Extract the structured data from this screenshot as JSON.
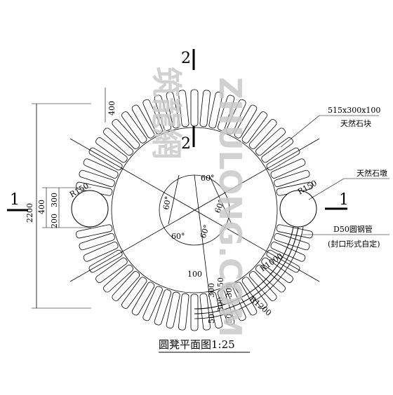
{
  "drawing": {
    "title": "圆凳平面图1:25",
    "section_marks": {
      "vertical": "2",
      "horizontal": "1"
    },
    "angles": [
      "60°",
      "60°",
      "60°",
      "60°",
      "60°",
      "60°"
    ],
    "radii": {
      "stool": "R150",
      "pipe_inner": "R1000",
      "pipe_outer": "R1200",
      "stool_left": "R150"
    },
    "overall_dims": {
      "total": "2200",
      "width_a": "400",
      "width_b": "300",
      "width_c": "200",
      "top_block": "400"
    },
    "bottom_dims": [
      "100",
      "300",
      "300",
      "300",
      "50",
      "50",
      "50"
    ],
    "callouts": [
      {
        "line1": "515x300x100",
        "line2": "天然石块"
      },
      {
        "line1": "天然石墩",
        "line2": ""
      },
      {
        "line1": "D50圆钢管",
        "line2": "(封口形式自定)"
      }
    ]
  },
  "watermark": {
    "cn": "筑龍網",
    "en": "ZHULONG.COM"
  }
}
